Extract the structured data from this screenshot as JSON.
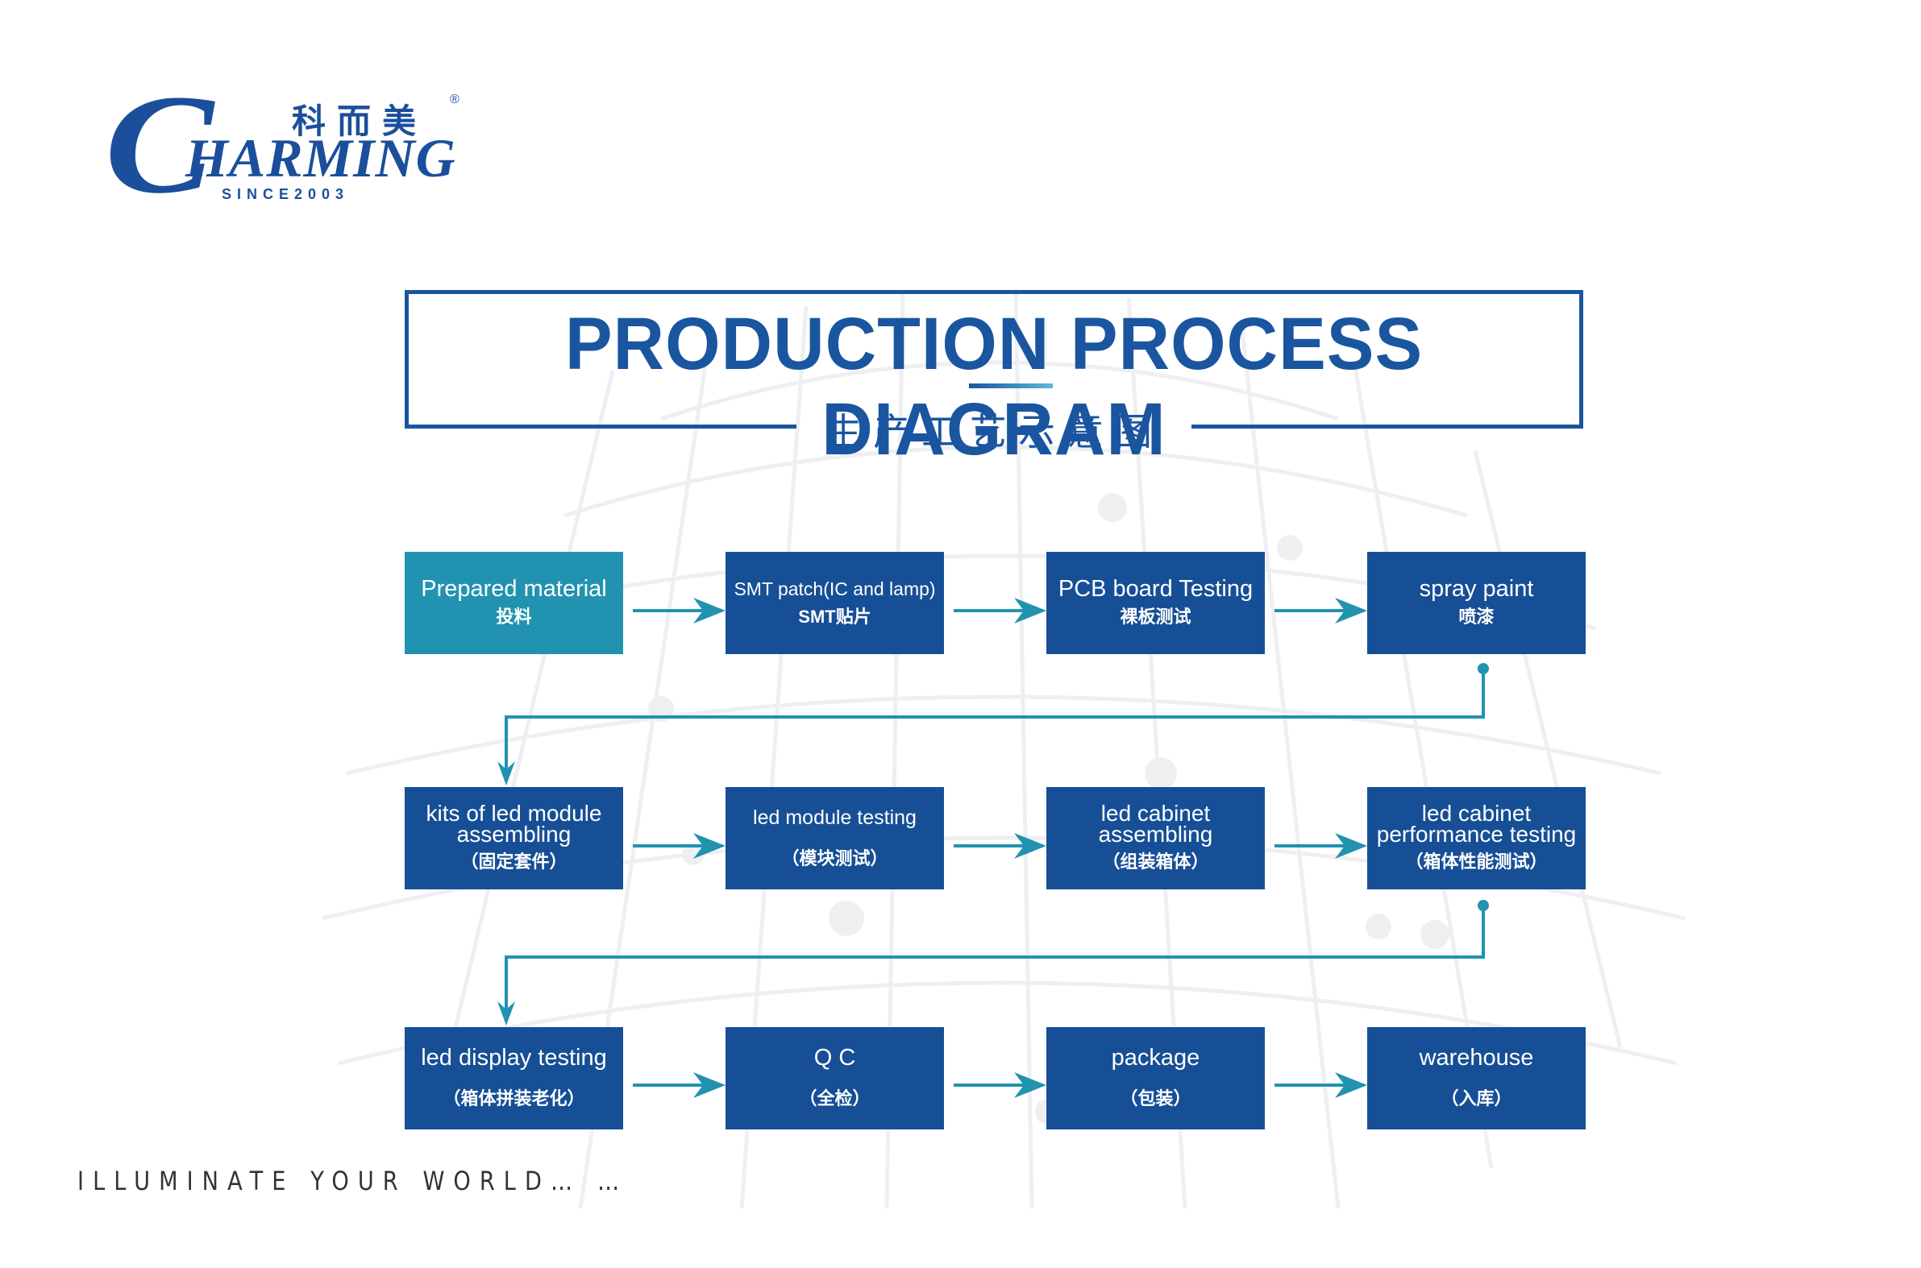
{
  "brand": {
    "logo_letter": "C",
    "logo_rest": "HARMING",
    "chinese_name": "科而美",
    "registered_mark": "®",
    "since": "SINCE2003"
  },
  "header": {
    "title": "PRODUCTION PROCESS DIAGRAM",
    "subtitle_cn": "生产工艺示意图"
  },
  "colors": {
    "primary_blue": "#164f96",
    "accent_teal": "#2193b0",
    "title_blue": "#1a55a0"
  },
  "steps": [
    {
      "en": "Prepared material",
      "cn": "投料"
    },
    {
      "en": "SMT patch(IC and lamp)",
      "cn": "SMT贴片"
    },
    {
      "en": "PCB board Testing",
      "cn": "裸板测试"
    },
    {
      "en": "spray paint",
      "cn": "喷漆"
    },
    {
      "en": "kits of led module assembling",
      "cn": "（固定套件）"
    },
    {
      "en": "led module testing",
      "cn": "（模块测试）"
    },
    {
      "en": "led cabinet assembling",
      "cn": "（组装箱体）"
    },
    {
      "en": "led cabinet performance testing",
      "cn": "（箱体性能测试）"
    },
    {
      "en": "led display testing",
      "cn": "（箱体拼装老化）"
    },
    {
      "en": "Q C",
      "cn": "（全检）"
    },
    {
      "en": "package",
      "cn": "（包装）"
    },
    {
      "en": "warehouse",
      "cn": "（入库）"
    }
  ],
  "footer": {
    "slogan": "ILLUMINATE YOUR WORLD… …"
  }
}
